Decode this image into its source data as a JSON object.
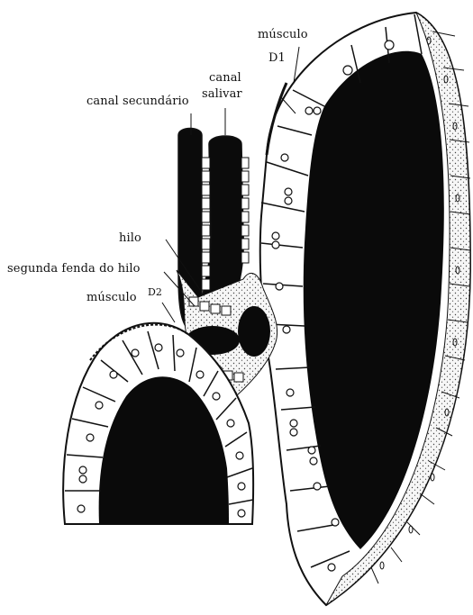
{
  "labels": {
    "musculo_top": "músculo",
    "d1": "D1",
    "canal_salivar_line1": "canal",
    "canal_salivar_line2": "salivar",
    "canal_secundario": "canal secundário",
    "hilo": "hilo",
    "segunda_fenda": "segunda fenda do  hilo",
    "musculo_left": "músculo",
    "d2": "D2"
  },
  "colors": {
    "ink": "#111111",
    "cell": "#ffffff",
    "stipple": "#f3f3f3",
    "background": "#ffffff"
  }
}
